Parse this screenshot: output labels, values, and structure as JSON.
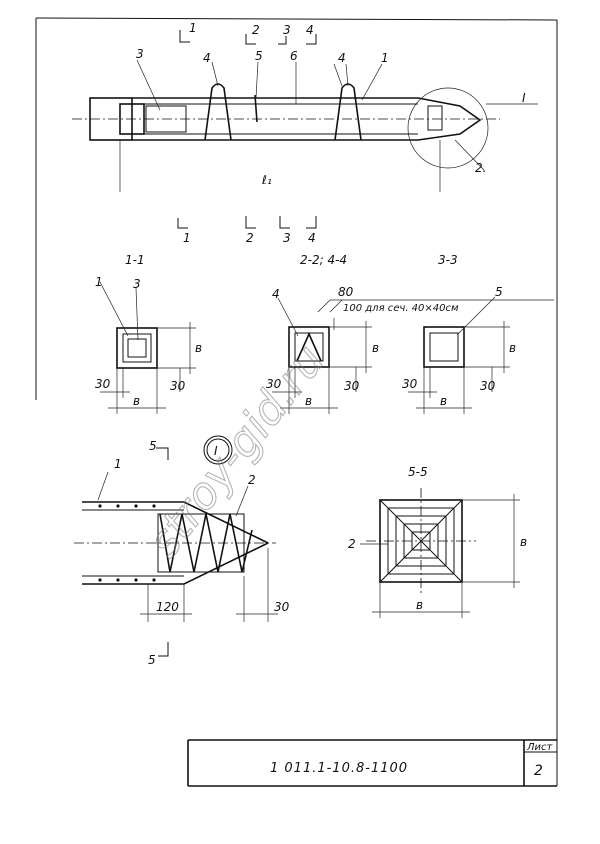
{
  "title_block": {
    "doc_code": "1 011.1-10.8-1100",
    "sheet_label": "Лист",
    "sheet_number": "2"
  },
  "watermark": "stroy-gid.ru",
  "section_titles": {
    "s11": "1-1",
    "s22": "2-2; 4-4",
    "s33": "3-3",
    "s55": "5-5",
    "detail": "I"
  },
  "elevation": {
    "marker_top_1": "1",
    "marker_top_2": "2",
    "marker_top_3": "3",
    "marker_top_4": "4",
    "marker_bot_1": "1",
    "marker_bot_2": "2",
    "marker_bot_3": "3",
    "marker_bot_4": "4",
    "pos_3": "3",
    "pos_4a": "4",
    "pos_5": "5",
    "pos_6": "6",
    "pos_4b": "4",
    "pos_1": "1",
    "pos_2": "2.",
    "detail_ref": "I",
    "length_label": "ℓ₁"
  },
  "section_1_1": {
    "pos_1": "1",
    "pos_3": "3",
    "dim_b_v": "в",
    "dim_b_h": "в",
    "dim_30_h": "30",
    "dim_30_v": "30"
  },
  "section_2_2": {
    "pos_4": "4",
    "dim_80": "80",
    "note": "100 для сеч. 40×40см",
    "dim_b_v": "в",
    "dim_b_h": "в",
    "dim_30_h": "30",
    "dim_30_v": "30"
  },
  "section_3_3": {
    "pos_5": "5",
    "dim_b_v": "в",
    "dim_b_h": "в",
    "dim_30_h": "30",
    "dim_30_v": "30"
  },
  "detail_view": {
    "cut_top": "5",
    "cut_bottom": "5",
    "pos_1": "1",
    "pos_2": "2",
    "dim_120": "120",
    "dim_30": "30"
  },
  "section_5_5": {
    "pos_2": "2",
    "dim_b_v": "в",
    "dim_b_h": "в"
  }
}
